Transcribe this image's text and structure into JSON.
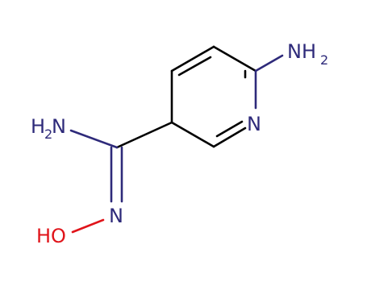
{
  "molecule": {
    "colors": {
      "carbon_bond": "#000000",
      "nitrogen": "#2e2a7a",
      "oxygen": "#e0141a"
    },
    "atoms": {
      "amino_top": {
        "main": "NH",
        "sub": "2"
      },
      "ring_n": {
        "main": "N"
      },
      "amidine_nh2": {
        "main": "H",
        "sub": "2",
        "tail": "N"
      },
      "oxime_n": {
        "main": "N"
      },
      "hydroxyl": {
        "main": "HO"
      }
    }
  }
}
